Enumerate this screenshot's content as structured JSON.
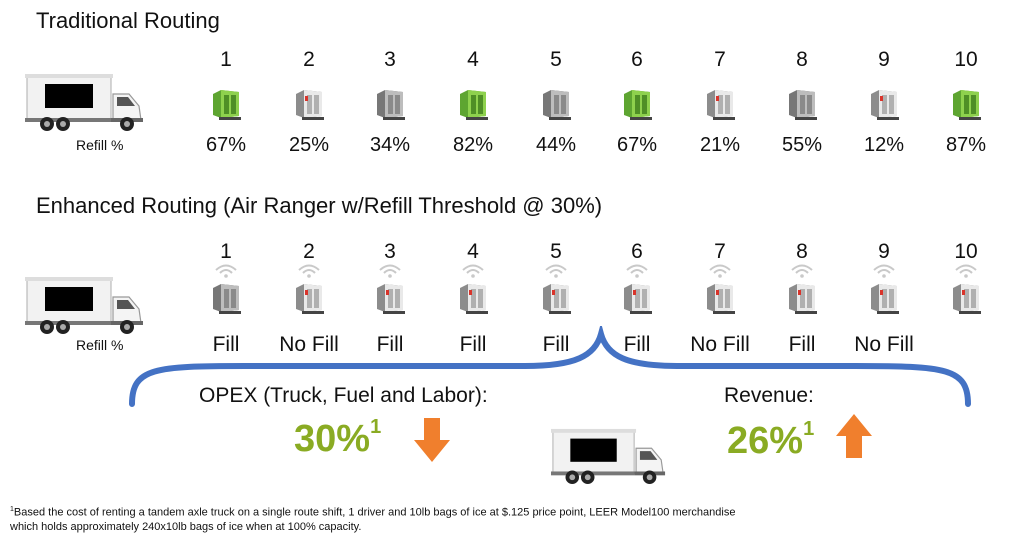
{
  "traditional": {
    "title": "Traditional Routing",
    "refill_label": "Refill %",
    "stops": [
      {
        "num": "1",
        "value": "67%",
        "status": "green"
      },
      {
        "num": "2",
        "value": "25%",
        "status": "low"
      },
      {
        "num": "3",
        "value": "34%",
        "status": "gray"
      },
      {
        "num": "4",
        "value": "82%",
        "status": "green"
      },
      {
        "num": "5",
        "value": "44%",
        "status": "gray"
      },
      {
        "num": "6",
        "value": "67%",
        "status": "green"
      },
      {
        "num": "7",
        "value": "21%",
        "status": "low"
      },
      {
        "num": "8",
        "value": "55%",
        "status": "gray"
      },
      {
        "num": "9",
        "value": "12%",
        "status": "low"
      },
      {
        "num": "10",
        "value": "87%",
        "status": "green"
      }
    ]
  },
  "enhanced": {
    "title": "Enhanced Routing (Air Ranger w/Refill Threshold @ 30%)",
    "refill_label": "Refill %",
    "stops": [
      {
        "num": "1",
        "action": "Fill",
        "status": "gray"
      },
      {
        "num": "2",
        "action": "No Fill",
        "status": "low"
      },
      {
        "num": "3",
        "action": "Fill",
        "status": "low"
      },
      {
        "num": "4",
        "action": "Fill",
        "status": "low"
      },
      {
        "num": "5",
        "action": "Fill",
        "status": "low"
      },
      {
        "num": "6",
        "action": "Fill",
        "status": "low"
      },
      {
        "num": "7",
        "action": "No Fill",
        "status": "low"
      },
      {
        "num": "8",
        "action": "Fill",
        "status": "low"
      },
      {
        "num": "9",
        "action": "No Fill",
        "status": "low"
      },
      {
        "num": "10",
        "action": "",
        "status": "low"
      }
    ]
  },
  "results": {
    "opex_label": "OPEX (Truck, Fuel and Labor):",
    "opex_value": "30%",
    "opex_sup": "1",
    "revenue_label": "Revenue:",
    "revenue_value": "26%",
    "revenue_sup": "1"
  },
  "footnote": {
    "marker": "1",
    "line1": "Based the cost of renting a tandem axle truck on a single route shift, 1 driver and 10lb bags of ice at $.125 price point,  LEER Model100 merchandise",
    "line2": "which holds approximately 240x10lb bags of ice when at 100% capacity."
  },
  "colors": {
    "green_text": "#8aab23",
    "arrow": "#f07f2d",
    "brace": "#4472c4",
    "unit_green": "#7cc242",
    "unit_gray": "#9a9a9a",
    "unit_red_label": "#d9342b"
  },
  "icons": [
    "delivery-truck-icon",
    "ice-merchandiser-icon",
    "wifi-signal-icon",
    "arrow-down-icon",
    "arrow-up-icon"
  ]
}
